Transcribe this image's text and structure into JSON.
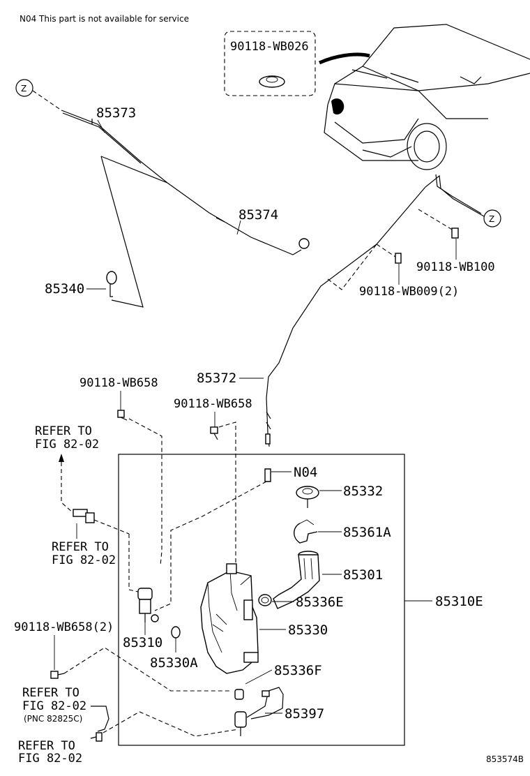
{
  "note": "N04 This part is not available for service",
  "figure_number": "853574B",
  "callouts": {
    "z_symbol": "Z",
    "c90118_wb026": "90118-WB026",
    "c85373": "85373",
    "c85374": "85374",
    "c85340": "85340",
    "c90118_wb100": "90118-WB100",
    "c90118_wb009": "90118-WB009(2)",
    "c85372": "85372",
    "c90118_wb658_a": "90118-WB658",
    "c90118_wb658_b": "90118-WB658",
    "c90118_wb658_2": "90118-WB658(2)",
    "cN04": "N04",
    "c85332": "85332",
    "c85361a": "85361A",
    "c85301": "85301",
    "c85336e": "85336E",
    "c85310e": "85310E",
    "c85330": "85330",
    "c85310": "85310",
    "c85330a": "85330A",
    "c85336f": "85336F",
    "c85397": "85397"
  },
  "refers": {
    "r1_line1": "REFER TO",
    "r1_line2": "FIG 82-02",
    "r2_line1": "REFER TO",
    "r2_line2": "FIG 82-02",
    "r3_line1": "REFER TO",
    "r3_line2": "FIG 82-02",
    "r3_line3": "(PNC 82825C)",
    "r4_line1": "REFER TO",
    "r4_line2": "FIG 82-02"
  }
}
